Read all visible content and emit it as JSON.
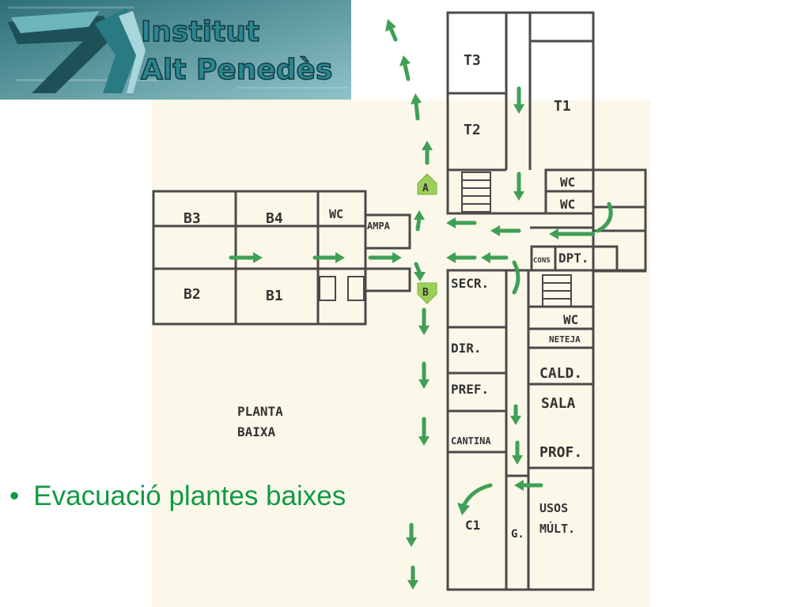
{
  "logo": {
    "line1": "Institut",
    "line2": "Alt Penedès",
    "colors": {
      "dark": "#1e6068",
      "mid": "#3e8f96",
      "light": "#8fc3c8",
      "text_fill": "#2c8590"
    }
  },
  "plan": {
    "title_line1": "PLANTA",
    "title_line2": "BAIXA",
    "rooms": {
      "t3": "T3",
      "t2": "T2",
      "t1": "T1",
      "wc_upper1": "WC",
      "wc_upper2": "WC",
      "b3": "B3",
      "b4": "B4",
      "b2": "B2",
      "b1": "B1",
      "wc_left": "WC",
      "ampa": "AMPA",
      "cons": "CONS",
      "dpt": "DPT.",
      "secr": "SECR.",
      "dir": "DIR.",
      "pref": "PREF.",
      "cantina": "CANTINA",
      "wc_right": "WC",
      "neteja": "NETEJA",
      "cald": "CALD.",
      "sala": "SALA",
      "prof": "PROF.",
      "c1": "C1",
      "g": "G.",
      "usos": "USOS",
      "mult": "MÚLT."
    },
    "exit_a": "A",
    "exit_b": "B",
    "colors": {
      "wall": "#4a4a4a",
      "arrow": "#3fa055",
      "exit": "#9ccf5a",
      "background": "#fbf8ea"
    }
  },
  "caption": {
    "bullet": "•",
    "text": "Evacuació plantes baixes",
    "color": "#109a44"
  }
}
